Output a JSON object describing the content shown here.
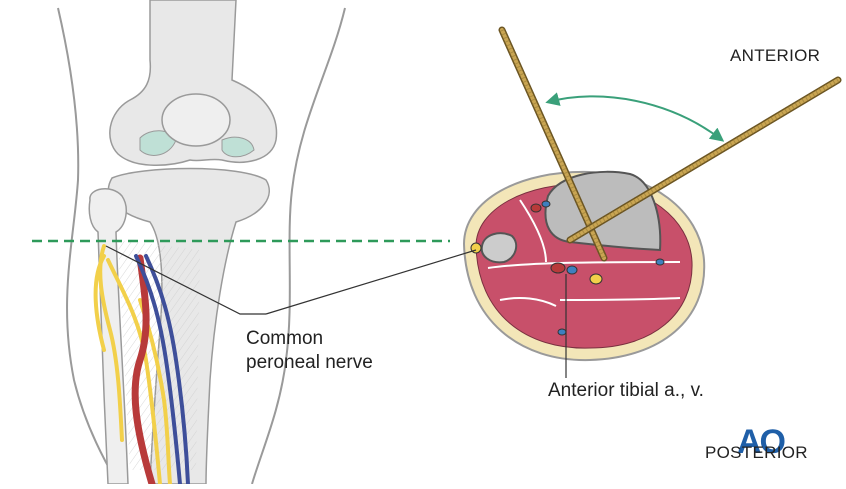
{
  "labels": {
    "anterior": "ANTERIOR",
    "nerve_line1": "Common",
    "nerve_line2": "peroneal nerve",
    "tibial": "Anterior tibial a., v.",
    "posterior": "POSTERIOR"
  },
  "logo": {
    "text": "AO",
    "color": "#1f5fa8"
  },
  "colors": {
    "bone": "#e8e8e8",
    "bone_outline": "#9a9a9a",
    "muscle": "#c8506a",
    "fat": "#f3e6b8",
    "nerve": "#f2d04a",
    "artery": "#b83a3a",
    "vein": "#3e4f9a",
    "pin": "#b89a4a",
    "guide_line": "#2e9a5a",
    "arrow": "#3aa07a"
  }
}
